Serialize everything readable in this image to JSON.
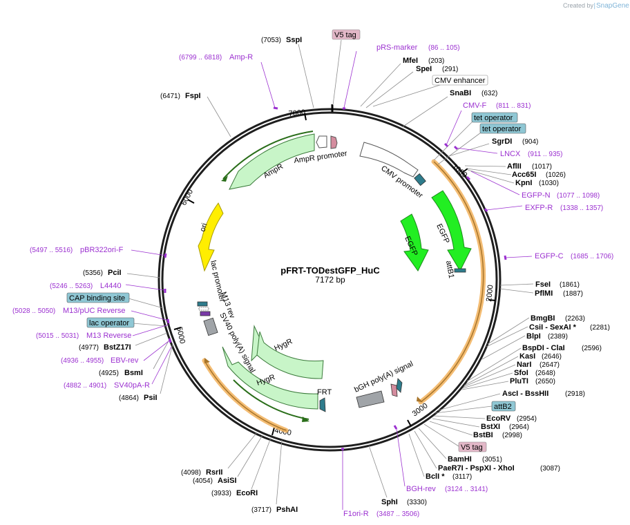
{
  "credit": {
    "created_by": "Created by",
    "app": "SnapGene"
  },
  "plasmid": {
    "name": "pFRT-TODestGFP_HuC",
    "size": "7172 bp"
  },
  "ticks": [
    "1000",
    "2000",
    "3000",
    "4000",
    "5000",
    "6000",
    "7000"
  ],
  "sites": [
    {
      "name": "SspI",
      "pos": "(7053)"
    },
    {
      "name": "MfeI",
      "pos": "(203)"
    },
    {
      "name": "SpeI",
      "pos": "(291)"
    },
    {
      "name": "SnaBI",
      "pos": "(632)"
    },
    {
      "name": "SgrDI",
      "pos": "(904)"
    },
    {
      "name": "AflII",
      "pos": "(1017)"
    },
    {
      "name": "Acc65I",
      "pos": "(1026)"
    },
    {
      "name": "KpnI",
      "pos": "(1030)"
    },
    {
      "name": "FseI",
      "pos": "(1861)"
    },
    {
      "name": "PflMI",
      "pos": "(1887)"
    },
    {
      "name": "BmgBI",
      "pos": "(2263)"
    },
    {
      "name": "CsiI  - SexAI *",
      "pos": "(2281)"
    },
    {
      "name": "BlpI",
      "pos": "(2389)"
    },
    {
      "name": "BspDI  - ClaI",
      "pos": "(2596)"
    },
    {
      "name": "KasI",
      "pos": "(2646)"
    },
    {
      "name": "NarI",
      "pos": "(2647)"
    },
    {
      "name": "SfoI",
      "pos": "(2648)"
    },
    {
      "name": "PluTI",
      "pos": "(2650)"
    },
    {
      "name": "AscI  - BssHII",
      "pos": "(2918)"
    },
    {
      "name": "EcoRV",
      "pos": "(2954)"
    },
    {
      "name": "BstXI",
      "pos": "(2964)"
    },
    {
      "name": "BstBI",
      "pos": "(2998)"
    },
    {
      "name": "BamHI",
      "pos": "(3051)"
    },
    {
      "name": "PaeR7I  - PspXI  - XhoI",
      "pos": "(3087)"
    },
    {
      "name": "BclI *",
      "pos": "(3117)"
    },
    {
      "name": "SphI",
      "pos": "(3330)"
    },
    {
      "name": "PshAI",
      "pos": "(3717)"
    },
    {
      "name": "EcoRI",
      "pos": "(3933)"
    },
    {
      "name": "AsiSI",
      "pos": "(4054)"
    },
    {
      "name": "RsrII",
      "pos": "(4098)"
    },
    {
      "name": "PsiI",
      "pos": "(4864)"
    },
    {
      "name": "BsmI",
      "pos": "(4925)"
    },
    {
      "name": "BstZ17I",
      "pos": "(4977)"
    },
    {
      "name": "PciI",
      "pos": "(5356)"
    },
    {
      "name": "FspI",
      "pos": "(6471)"
    }
  ],
  "primers": [
    {
      "name": "pRS-marker",
      "pos": "(86 .. 105)"
    },
    {
      "name": "Amp-R",
      "pos": "(6799 .. 6818)"
    },
    {
      "name": "CMV-F",
      "pos": "(811 .. 831)"
    },
    {
      "name": "LNCX",
      "pos": "(911 .. 935)"
    },
    {
      "name": "EGFP-N",
      "pos": "(1077 .. 1098)"
    },
    {
      "name": "EXFP-R",
      "pos": "(1338 .. 1357)"
    },
    {
      "name": "EGFP-C",
      "pos": "(1685 .. 1706)"
    },
    {
      "name": "BGH-rev",
      "pos": "(3124 .. 3141)"
    },
    {
      "name": "F1ori-R",
      "pos": "(3487 .. 3506)"
    },
    {
      "name": "pBR322ori-F",
      "pos": "(5497 .. 5516)"
    },
    {
      "name": "L4440",
      "pos": "(5246 .. 5263)"
    },
    {
      "name": "M13/pUC Reverse",
      "pos": "(5028 .. 5050)"
    },
    {
      "name": "M13 Reverse",
      "pos": "(5015 .. 5031)"
    },
    {
      "name": "EBV-rev",
      "pos": "(4936 .. 4955)"
    },
    {
      "name": "SV40pA-R",
      "pos": "(4882 .. 4901)"
    }
  ],
  "boxed": [
    {
      "name": "V5 tag",
      "style": "pink"
    },
    {
      "name": "CMV enhancer",
      "style": "white"
    },
    {
      "name": "tet operator",
      "style": "teal"
    },
    {
      "name": "tet operator",
      "style": "teal"
    },
    {
      "name": "CAP binding site",
      "style": "teal"
    },
    {
      "name": "lac operator",
      "style": "teal"
    },
    {
      "name": "attB2",
      "style": "teal"
    },
    {
      "name": "V5 tag",
      "style": "pink"
    }
  ],
  "features": {
    "ampr": "AmpR",
    "ampr_promoter": "AmpR promoter",
    "cmv_promoter": "CMV promoter",
    "egfp_outer": "EGFP",
    "egfp_inner": "EGFP",
    "attb1": "attB1",
    "ori": "ori",
    "lac_promoter": "lac promoter",
    "m13_rev": "M13 rev",
    "sv40": "SV40 poly(A) signal",
    "hygr_inner": "HygR",
    "hygr_outer": "HygR",
    "frt": "FRT",
    "bgh": "bGH poly(A) signal"
  },
  "colors": {
    "backbone": "#222222",
    "gene_green": "#c8f5c8",
    "egfp": "#22ee22",
    "ori_yellow": "#ffee00",
    "primer_purple": "#9b30d0",
    "teal_box": "#8fc7d4",
    "pink_box": "#e2b7c7",
    "orange_highlight": "#f2b15c",
    "gray_feature": "#a0a4a8"
  }
}
